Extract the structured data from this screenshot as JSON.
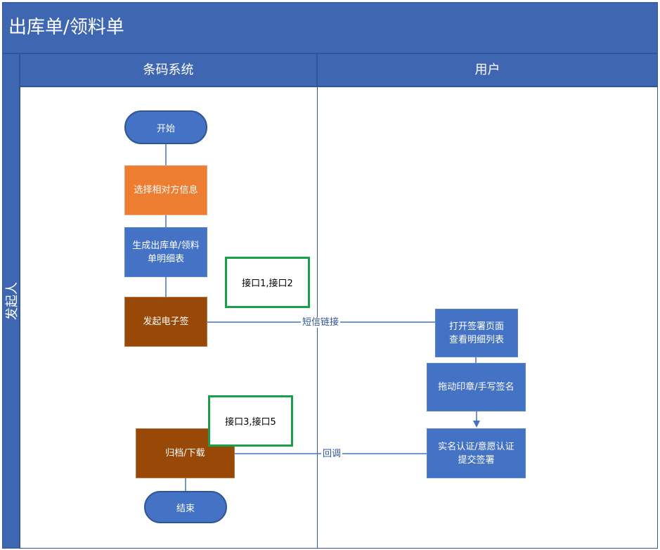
{
  "title": "出库单/领料单",
  "pool_label": "发起人",
  "lanes": {
    "left": "条码系统",
    "right": "用户"
  },
  "nodes": {
    "start": "开始",
    "select": "选择相对方信息",
    "generate": "生成出库单/领料\n单明细表",
    "initiate": "发起电子签",
    "archive": "归档/下载",
    "end": "结束",
    "open_page": "打开签署页面\n查看明细列表",
    "drag_seal": "拖动印章/手写签名",
    "verify": "实名认证/意愿认证\n提交签署"
  },
  "notes": {
    "api12": "接口1,接口2",
    "api35": "接口3,接口5"
  },
  "edges": {
    "sms_link": "短信链接",
    "callback": "回调"
  }
}
